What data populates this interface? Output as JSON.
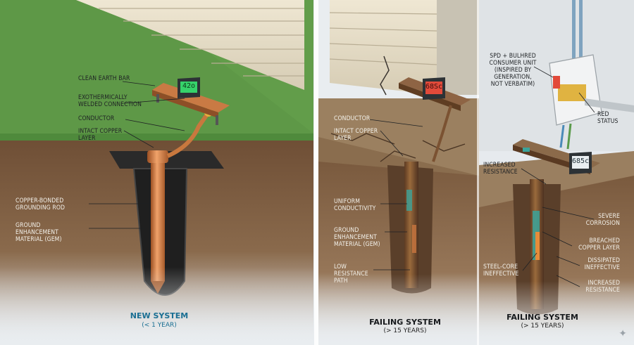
{
  "colors": {
    "grass": "#5f9a47",
    "soil": "#7a5a3f",
    "copper": "#c9763f",
    "corrosion_teal": "#3aa39a",
    "meter_green": "#37d46c",
    "meter_red": "#e24a3a",
    "new_title": "#1a6f93"
  },
  "panels": [
    {
      "title": "NEW SYSTEM",
      "subtitle": "(< 1 YEAR)",
      "meter": "42o",
      "labels": {
        "clean_earth_bar": "CLEAN EARTH BAR",
        "weld": "EXOTHERMICALLY\nWELDED CONNECTION",
        "conductor": "CONDUCTOR",
        "copper_layer": "INTACT COPPER\nLAYER",
        "rod": "COPPER-BONDED\nGROUNDING ROD",
        "gem": "GROUND\nENHANCEMENT\nMATERIAL (GEM)"
      }
    },
    {
      "title": "FAILING SYSTEM",
      "subtitle": "(> 15 YEARS)",
      "meter": "68Sc",
      "labels": {
        "conductor": "CONDUCTOR",
        "copper_layer": "INTACT COPPER\nLAYER",
        "conductivity": "UNIFORM\nCONDUCTIVITY",
        "gem": "GROUND\nENHANCEMENT\nMATERIAL (GEM)",
        "low_res": "LOW\nRESISTANCE\nPATH"
      }
    },
    {
      "title": "FAILING SYSTEM",
      "subtitle": "(> 15 YEARS)",
      "meter": "685c",
      "labels": {
        "spd": "SPD + BULHRED\nCONSUMER UNIT\n(INSPIRED BY\nGENERATION,\nNOT VERBATIM)",
        "red_status": "RED\nSTATUS",
        "inc_res_top": "INCREASED\nRESISTANCE",
        "severe": "SEVERE\nCORROSION",
        "breached": "BREACHED\nCOPPER LAYER",
        "steel": "STEEL-CORE\nINEFFECTIVE",
        "dissipated": "DISSIPATED\nINEFFECTIVE",
        "inc_res_bot": "INCREASED\nRESISTANCE"
      }
    }
  ]
}
